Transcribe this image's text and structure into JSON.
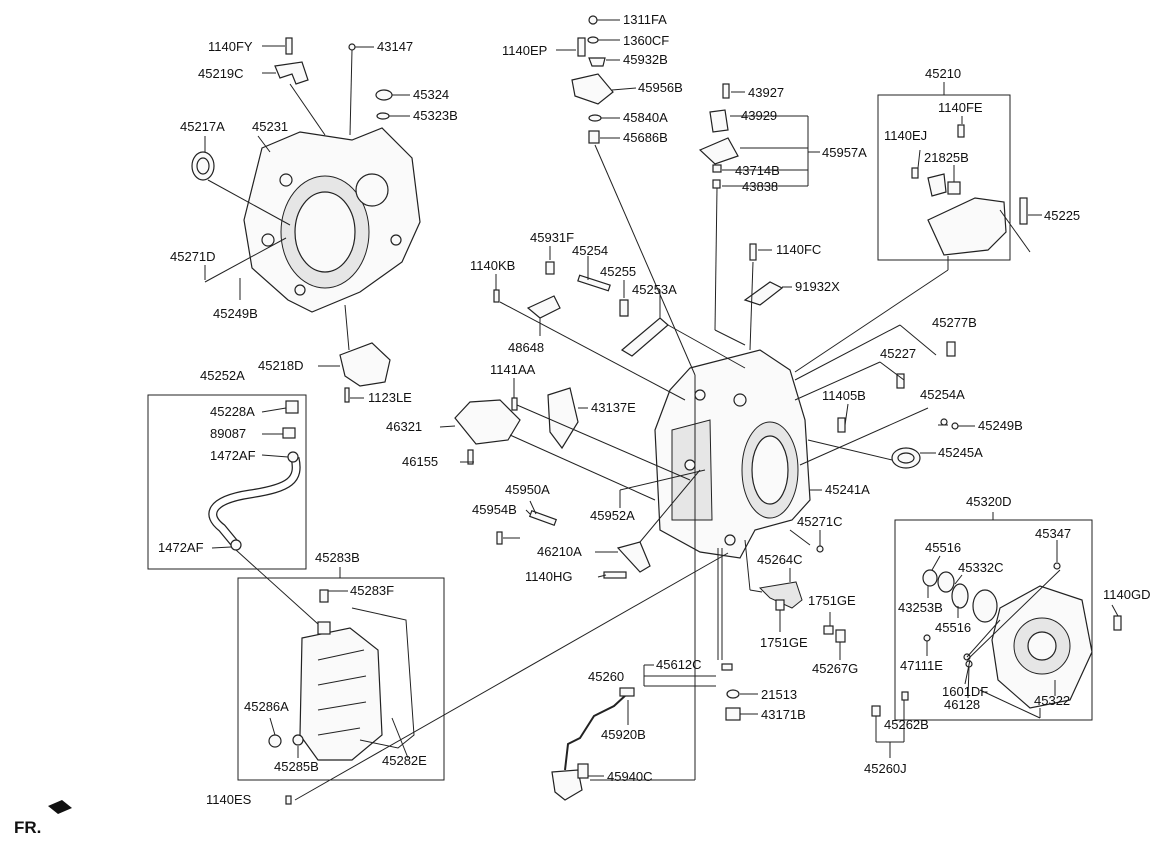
{
  "labels": [
    "1140FY",
    "45219C",
    "43147",
    "45324",
    "45323B",
    "45217A",
    "45231",
    "45271D",
    "45249B",
    "45218D",
    "1123LE",
    "45252A",
    "45228A",
    "89087",
    "1472AF",
    "1472AF",
    "45283B",
    "45283F",
    "45286A",
    "45285B",
    "45282E",
    "1140ES",
    "1311FA",
    "1360CF",
    "1140EP",
    "45932B",
    "45956B",
    "45840A",
    "45686B",
    "43927",
    "43929",
    "45957A",
    "43714B",
    "43838",
    "45210",
    "1140FE",
    "1140EJ",
    "21825B",
    "45225",
    "1140FC",
    "91932X",
    "45931F",
    "45254",
    "1140KB",
    "45255",
    "45253A",
    "48648",
    "1141AA",
    "43137E",
    "46321",
    "46155",
    "45277B",
    "45227",
    "11405B",
    "45254A",
    "45249B",
    "45245A",
    "45241A",
    "45950A",
    "45954B",
    "45952A",
    "46210A",
    "1140HG",
    "45271C",
    "45264C",
    "1751GE",
    "1751GE",
    "45267G",
    "45320D",
    "45347",
    "45516",
    "45332C",
    "43253B",
    "45516",
    "1140GD",
    "47111E",
    "1601DF",
    "46128",
    "45322",
    "45262B",
    "45260J",
    "45260",
    "45612C",
    "21513",
    "43171B",
    "45920B",
    "45940C"
  ],
  "fr_label": "FR."
}
